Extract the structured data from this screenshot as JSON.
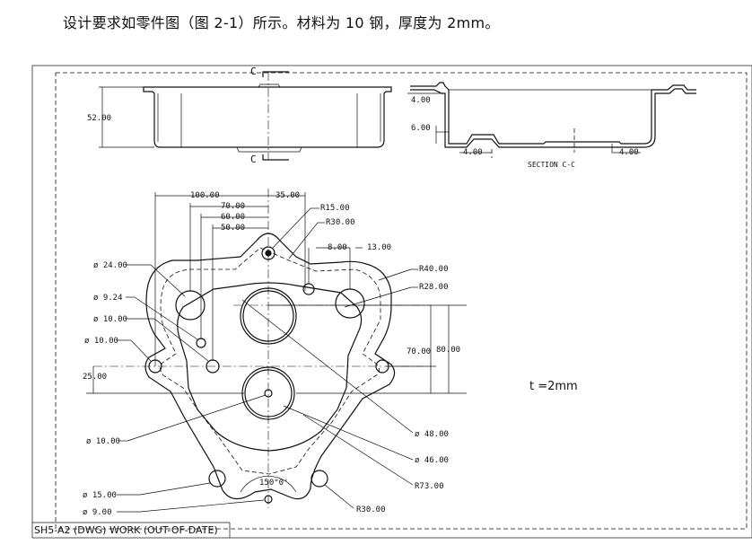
{
  "heading": "设计要求如零件图（图 2-1）所示。材料为 10 钢，厚度为 2mm。",
  "title_block": "SH5-A2 (DWG) WORK (OUT-OF-DATE)",
  "thickness_note": "t =2mm",
  "section": {
    "marker_top": "C",
    "marker_bottom": "C",
    "label": "SECTION C-C"
  },
  "dims": {
    "height_52": "52.00",
    "side_4_top": "4.00",
    "side_6": "6.00",
    "side_4_bottom_a": "4.00",
    "side_4_bottom_b": "4.00",
    "d100": "100.00",
    "d35": "35.00",
    "d70": "70.00",
    "d60": "60.00",
    "d50": "50.00",
    "r15": "R15.00",
    "r30_top": "R30.00",
    "d8": "8.00",
    "d13": "13.00",
    "r40": "R40.00",
    "r28": "R28.00",
    "dia24": "ø 24.00",
    "dia9_24": "ø 9.24",
    "dia10_a": "ø 10.00",
    "dia10_b": "ø 10.00",
    "d25": "25.00",
    "d70_v": "70.00",
    "d80_v": "80.00",
    "dia48": "ø 48.00",
    "dia46": "ø 46.00",
    "r73": "R73.00",
    "dia10_c": "ø 10.00",
    "dia15": "ø 15.00",
    "dia9": "ø 9.00",
    "r30_bottom": "R30.00",
    "angle150": "150°0'"
  }
}
